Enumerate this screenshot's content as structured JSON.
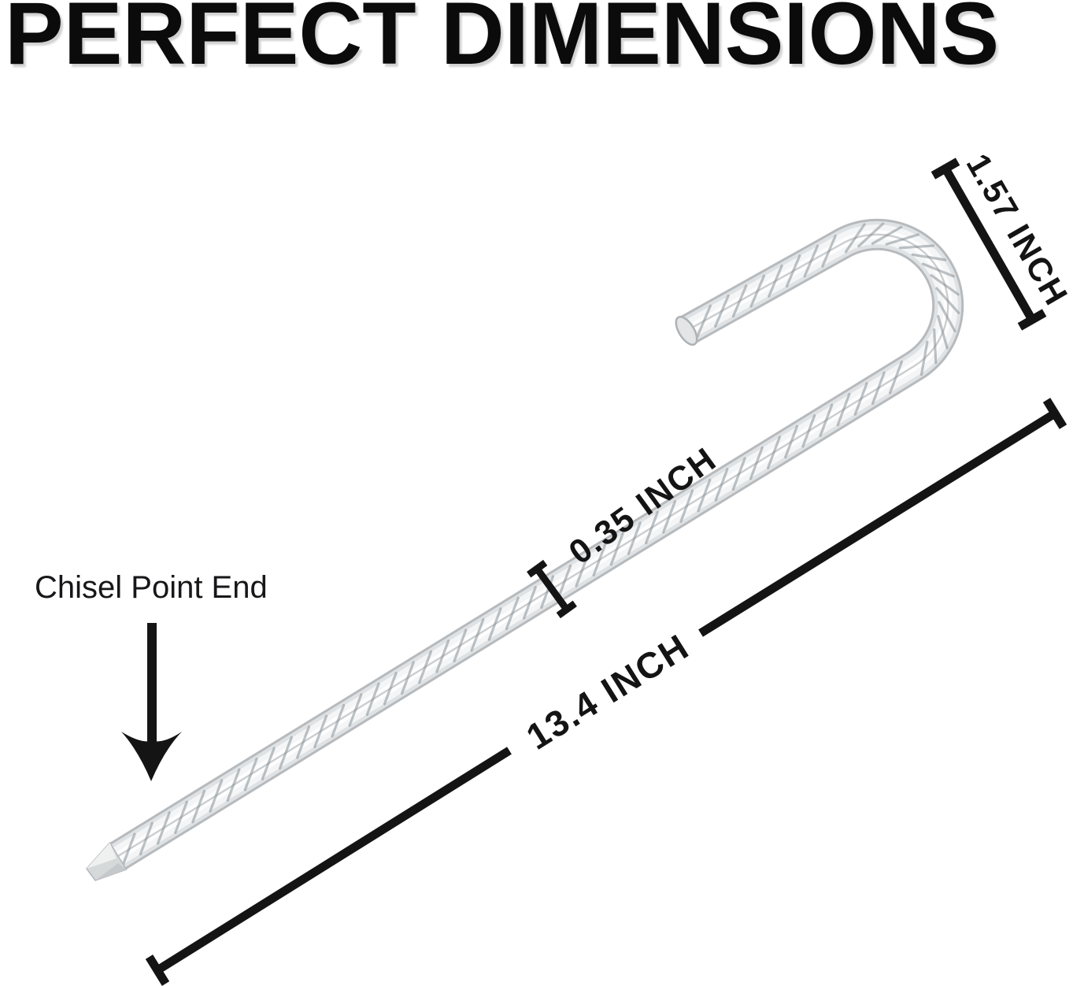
{
  "title": "PERFECT DIMENSIONS",
  "stake": {
    "chisel_label": "Chisel Point End",
    "dim_hook": "1.57 INCH",
    "dim_diameter": "0.35 INCH",
    "dim_length": "13.4 INCH"
  },
  "colors": {
    "ink": "#141414",
    "title": "#0b0b0b",
    "rod_edge": "#b7babd",
    "rod_mid": "#dfe2e4",
    "rod_light": "#f4f5f6"
  }
}
